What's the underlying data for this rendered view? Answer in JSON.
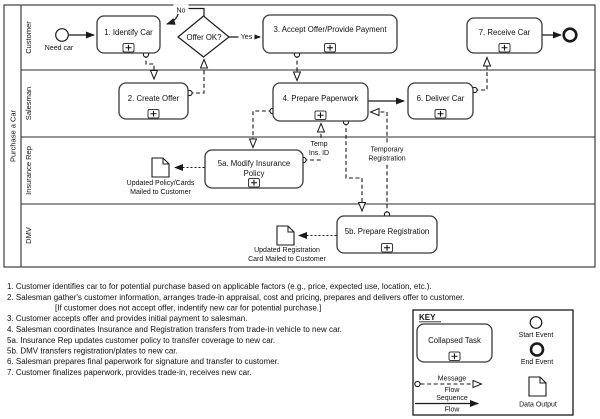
{
  "pool": {
    "title": "Purchase a Car"
  },
  "lanes": {
    "customer": "Customer",
    "salesman": "Salesman",
    "insurance": "Insurance Rep",
    "dmv": "DMV"
  },
  "events": {
    "start_label": "Need car"
  },
  "tasks": {
    "t1": "1. Identify Car",
    "t2": "2. Create Offer",
    "t3": "3. Accept Offer/Provide Payment",
    "t4": "4. Prepare Paperwork",
    "t5a1": "5a. Modify Insurance",
    "t5a2": "Policy",
    "t5b": "5b. Prepare Registration",
    "t6": "6. Deliver Car",
    "t7": "7. Receive Car"
  },
  "gateway": {
    "label": "Offer OK?",
    "yes": "Yes",
    "no": "No"
  },
  "flow_labels": {
    "temp1": "Temp",
    "temp2": "Ins. ID",
    "reg1": "Temporary",
    "reg2": "Registration"
  },
  "data_outputs": {
    "policy1": "Updated Policy/Cards",
    "policy2": "Mailed to Customer",
    "reg1": "Updated Registration",
    "reg2": "Card Mailed to Customer"
  },
  "notes": [
    "1. Customer identifies car to for potential purchase based on applicable factors (e.g., price, expected use, location, etc.).",
    "2. Salesman gather's customer information, arranges trade-in appraisal, cost and pricing, prepares and delivers offer to customer.",
    "[If customer does not accept offer, indentify new car for potential purchase.]",
    "3. Customer accepts offer and provides initial payment to salesman.",
    "4. Salesman coordinates Insurance and Registration transfers from trade-in vehicle to new car.",
    "5a. Insurance Rep updates customer policy to transfer coverage to new car.",
    "5b. DMV transfers registration/plates to new car.",
    "6. Salesman prepares final paperwork for signature and transfer to customer.",
    "7. Customer finalizes paperwork, provides trade-in, receives new car."
  ],
  "key": {
    "title": "KEY",
    "collapsed_task": "Collapsed Task",
    "start_event": "Start Event",
    "end_event": "End Event",
    "message1": "Message",
    "message2": "Flow",
    "sequence1": "Sequence",
    "sequence2": "Flow",
    "data_output": "Data Output"
  },
  "colors": {
    "ink": "#1a1a1a",
    "background": "#ffffff"
  }
}
